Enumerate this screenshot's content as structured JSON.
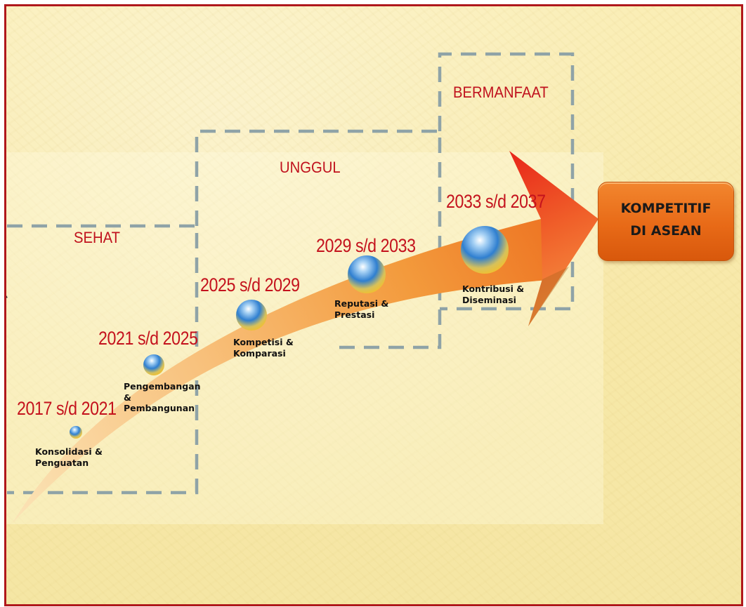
{
  "stages": [
    {
      "id": "sehat",
      "label": "SEHAT"
    },
    {
      "id": "unggul",
      "label": "UNGGUL"
    },
    {
      "id": "bermanfaat",
      "label": "BERMANFAAT"
    }
  ],
  "milestones": [
    {
      "period": "2017 s/d 2021",
      "desc": [
        "Konsolidasi &",
        "Penguatan"
      ]
    },
    {
      "period": "2021 s/d 2025",
      "desc": [
        "Pengembangan",
        "&",
        "Pembangunan"
      ]
    },
    {
      "period": "2025 s/d 2029",
      "desc": [
        "Kompetisi &",
        "Komparasi"
      ]
    },
    {
      "period": "2029 s/d 2033",
      "desc": [
        "Reputasi &",
        "Prestasi"
      ]
    },
    {
      "period": "2033 s/d 2037",
      "desc": [
        "Kontribusi &",
        "Diseminasi"
      ]
    }
  ],
  "goal": {
    "line1": "KOMPETITIF",
    "line2": "DI ASEAN"
  },
  "colors": {
    "frame": "#b0181c",
    "label_red": "#c4121d",
    "dash": "#8fa3a7",
    "arrow_tail": "#f7c98a",
    "arrow_head": "#e8281a",
    "goal_box": "#e86a17"
  }
}
